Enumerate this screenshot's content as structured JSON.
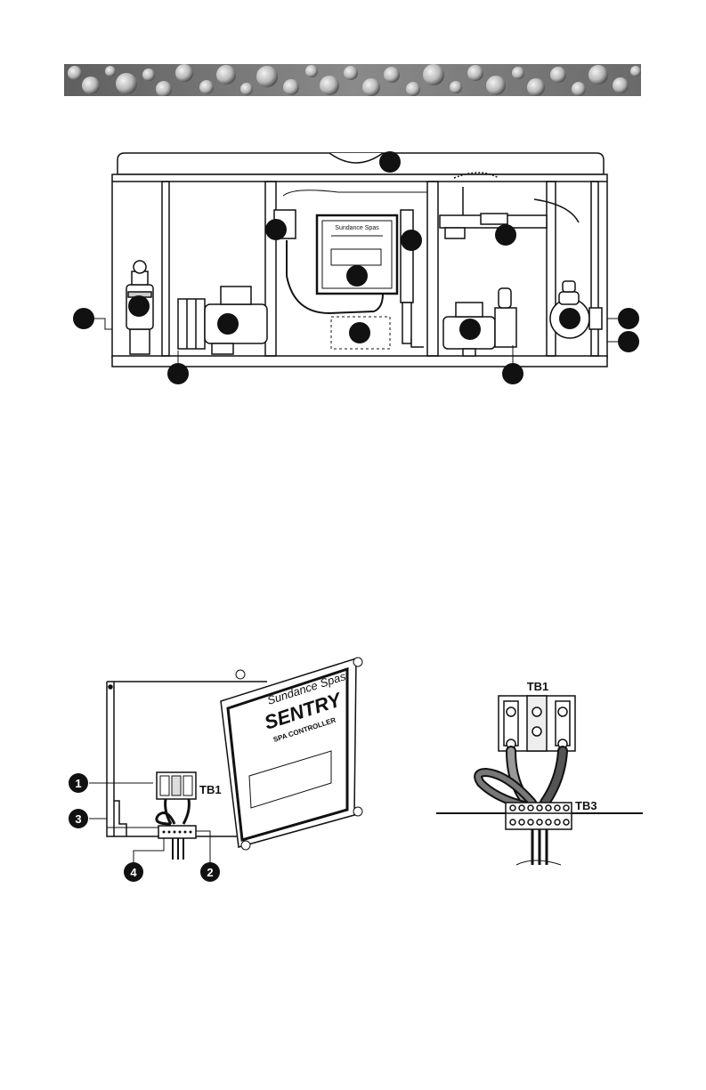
{
  "top_diagram": {
    "panel_brand": "Sundance Spas"
  },
  "bottom_left_diagram": {
    "panel_brand": "Sundance Spas",
    "panel_title": "SENTRY",
    "panel_subtitle": "SPA CONTROLLER",
    "tb1_label": "TB1",
    "callouts": [
      "1",
      "2",
      "3",
      "4"
    ]
  },
  "bottom_right_diagram": {
    "tb1_label": "TB1",
    "tb3_label": "TB3"
  }
}
